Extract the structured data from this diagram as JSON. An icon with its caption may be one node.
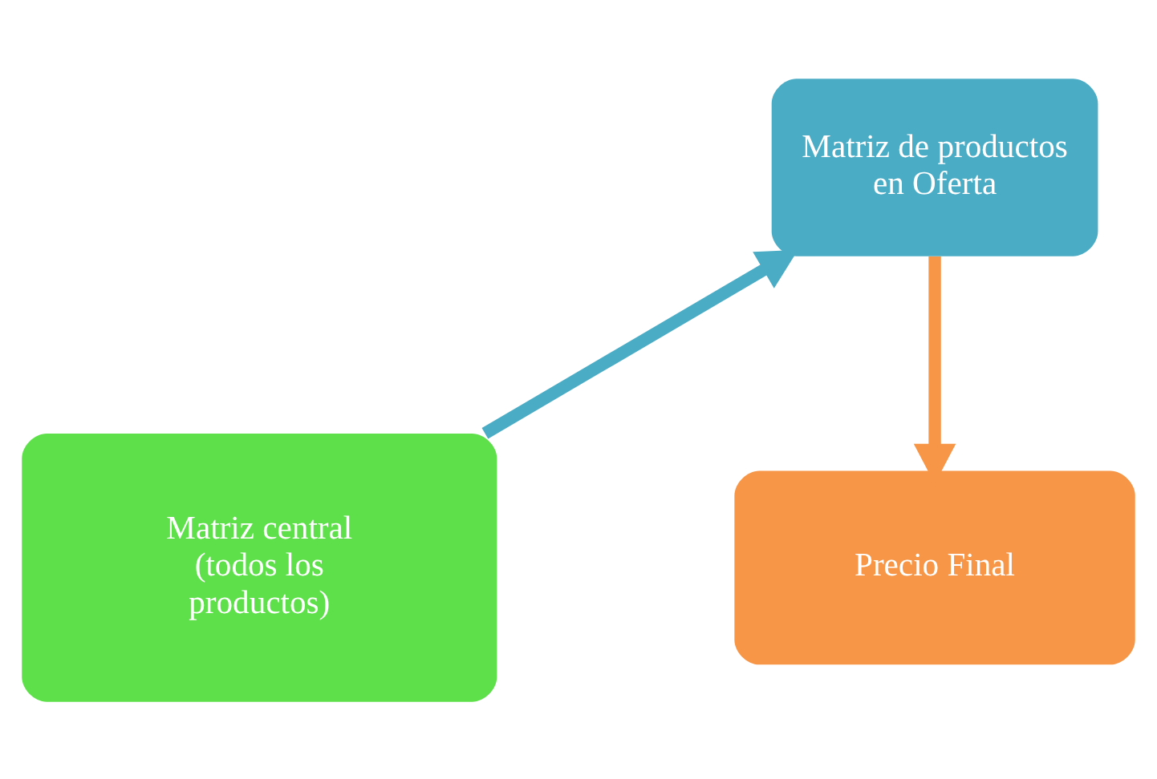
{
  "diagram": {
    "nodes": [
      {
        "text": [
          "Matriz de productos en Oferta"
        ]
      },
      {
        "text": [
          "Matriz central (todos los productos)"
        ]
      },
      {
        "text": [
          "Precio Final"
        ]
      }
    ],
    "edges": [
      {
        "from": 1,
        "to": 0,
        "arrow": "to",
        "color": "#4bacc6"
      },
      {
        "from": 0,
        "to": 2,
        "arrow": "to",
        "color": "#f79646"
      }
    ]
  }
}
